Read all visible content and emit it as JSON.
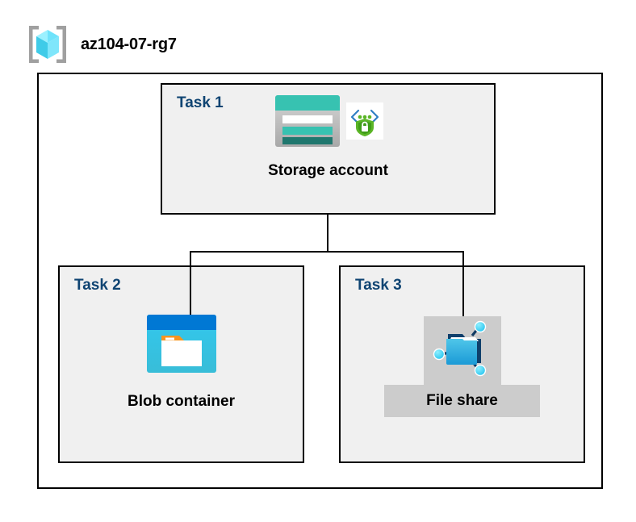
{
  "header": {
    "icon_name": "resource-group-icon",
    "title": "az104-07-rg7"
  },
  "boundary": {
    "name": "resource-group-boundary"
  },
  "tasks": [
    {
      "label": "Task 1",
      "node": {
        "caption": "Storage account",
        "icons": [
          "storage-account-icon",
          "security-shield-icon"
        ],
        "highlighted": false
      }
    },
    {
      "label": "Task 2",
      "node": {
        "caption": "Blob container",
        "icons": [
          "blob-container-icon"
        ],
        "highlighted": false
      }
    },
    {
      "label": "Task 3",
      "node": {
        "caption": "File share",
        "icons": [
          "file-share-icon"
        ],
        "highlighted": true
      }
    }
  ],
  "connectors": {
    "description": "storage-account-to-children"
  },
  "colors": {
    "task_box_fill": "#f0f0f0",
    "task_label": "#0f4472",
    "caption": "#000000",
    "outline": "#000000",
    "highlight": "#cccccc",
    "azure_blue": "#0078d4",
    "storage_teal": "#37c2b1",
    "storage_teal_dark": "#1f776e",
    "blob_cyan": "#32c8ee",
    "blob_orange": "#f7941e",
    "shield_green": "#5bb526",
    "cube_cyan": "#50e6ff",
    "bracket_gray": "#a0a0a0"
  }
}
